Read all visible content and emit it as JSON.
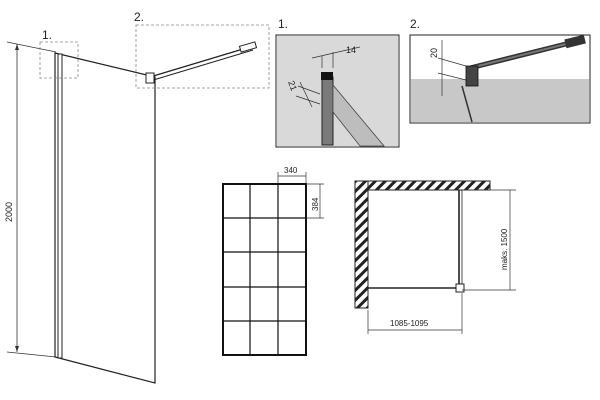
{
  "callouts": {
    "one": "1.",
    "two": "2."
  },
  "dimensions": {
    "height": "2000",
    "detail1_width": "14",
    "detail1_thickness": "21",
    "detail2_height": "20",
    "tile_width": "340",
    "tile_height": "384",
    "max_height": "maks. 1500",
    "width_range": "1085-1095"
  },
  "colors": {
    "line": "#222222",
    "dim": "#333333",
    "detail_bg_1": "#d9d9d9",
    "detail_bg_2": "#c8c8c8",
    "frame_black": "#111111"
  }
}
